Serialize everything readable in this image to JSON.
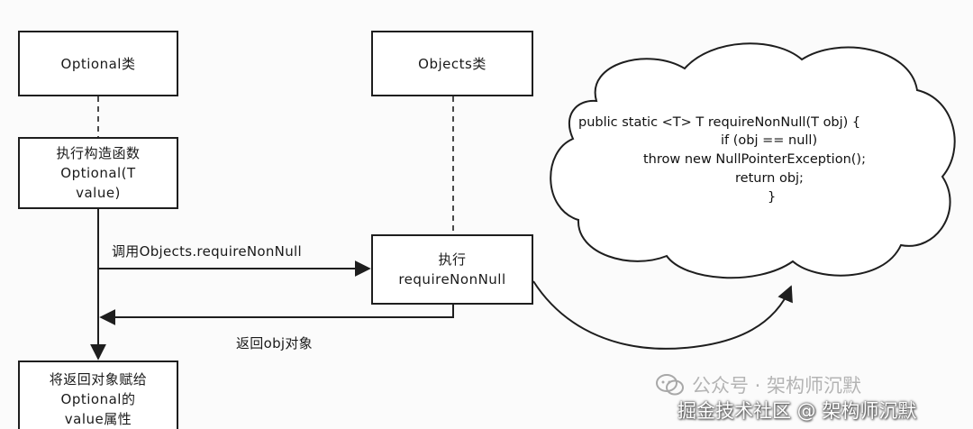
{
  "diagram": {
    "optional_class": "Optional类",
    "objects_class": "Objects类",
    "constructor_box": [
      "执行构造函数",
      "Optional(T",
      "value)"
    ],
    "call_label": "调用Objects.requireNonNull",
    "execute_box": [
      "执行",
      "requireNonNull"
    ],
    "return_label": "返回obj对象",
    "assign_box": [
      "将返回对象赋给",
      "Optional的",
      "value属性"
    ],
    "code_lines": [
      "public static <T> T requireNonNull(T obj) {",
      "if (obj == null)",
      "throw new NullPointerException();",
      "return obj;",
      "}"
    ]
  },
  "watermark": {
    "wechat": "公众号 · 架构师沉默",
    "juejin": "掘金技术社区 @ 架构师沉默"
  }
}
